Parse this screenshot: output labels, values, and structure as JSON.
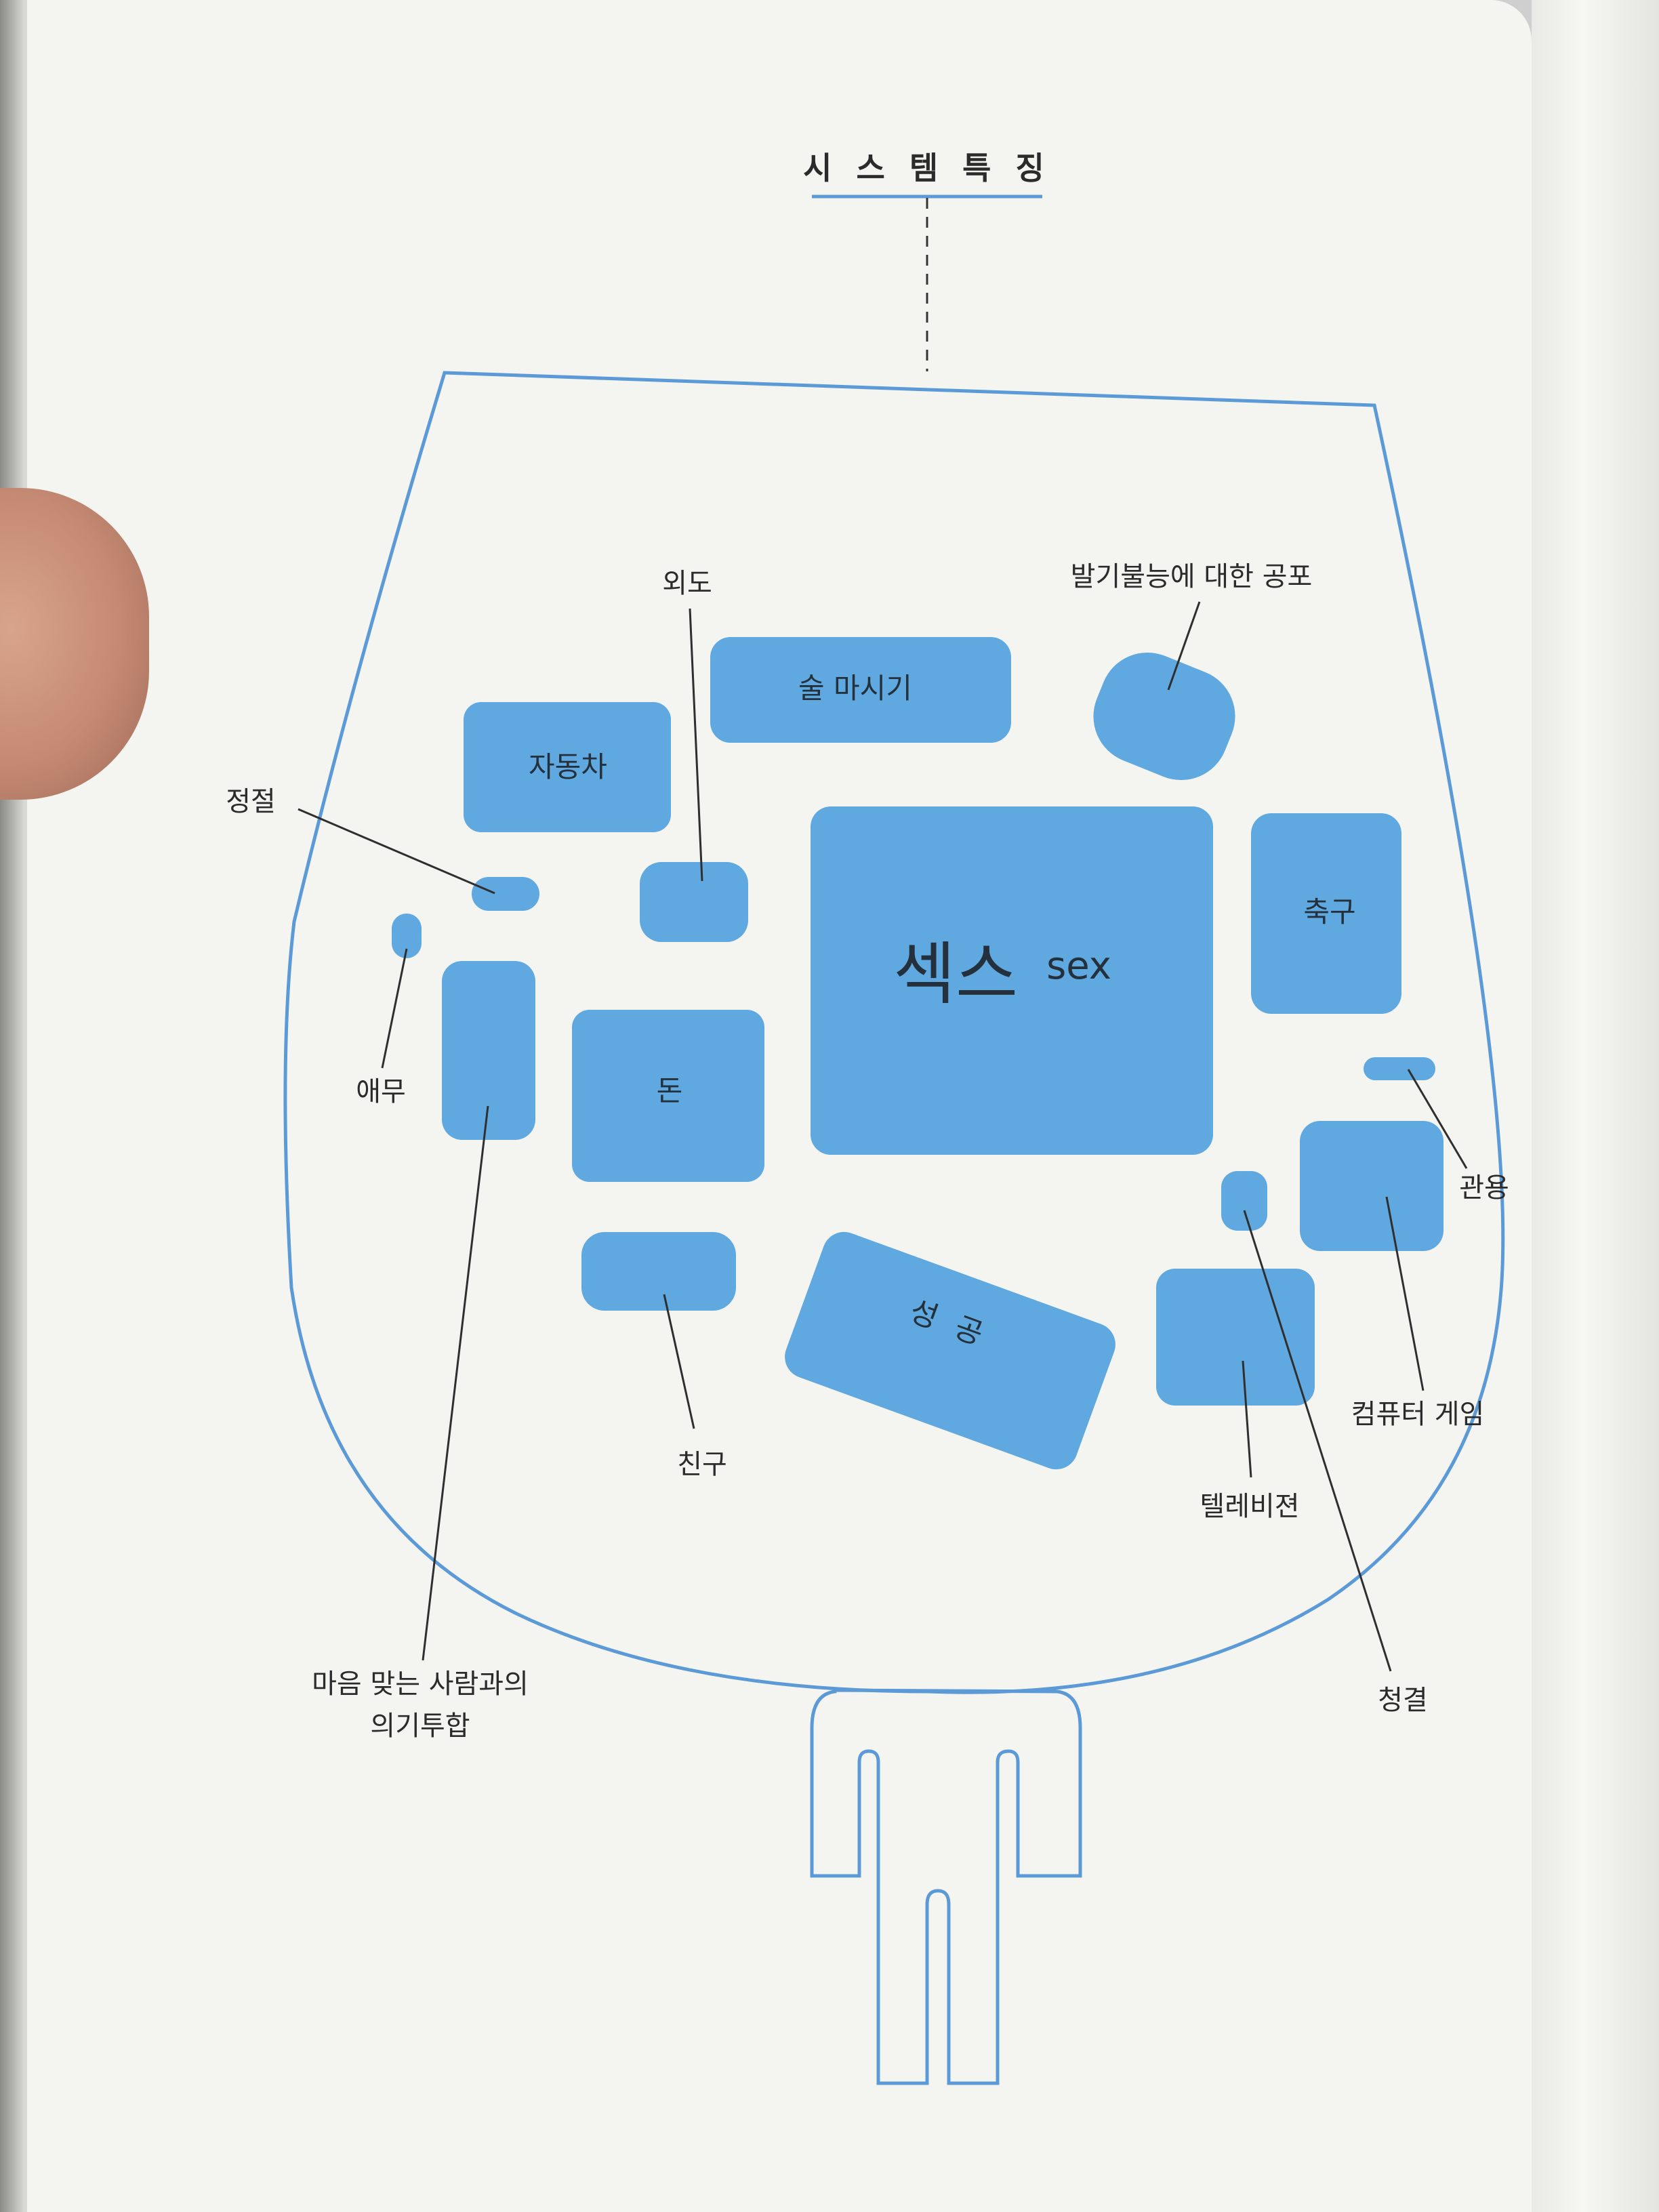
{
  "title": "시 스 템  특 징",
  "items": {
    "sex_kr": "섹스",
    "sex_en": "sex",
    "drinking": "술 마시기",
    "car": "자동차",
    "fear": "발기불능에 대한 공포",
    "affair": "외도",
    "chastity": "정절",
    "caress": "애무",
    "money": "돈",
    "football": "축구",
    "tolerance": "관용",
    "friend": "친구",
    "success": "성 공",
    "computer_game": "컴퓨터 게임",
    "television": "텔레비젼",
    "cleanliness": "청결",
    "rapport_line1": "마음 맞는 사람과의",
    "rapport_line2": "의기투합"
  },
  "colors": {
    "box": "#5fa8e0",
    "outline": "#5b9ad6",
    "text": "#2b2b2b"
  }
}
